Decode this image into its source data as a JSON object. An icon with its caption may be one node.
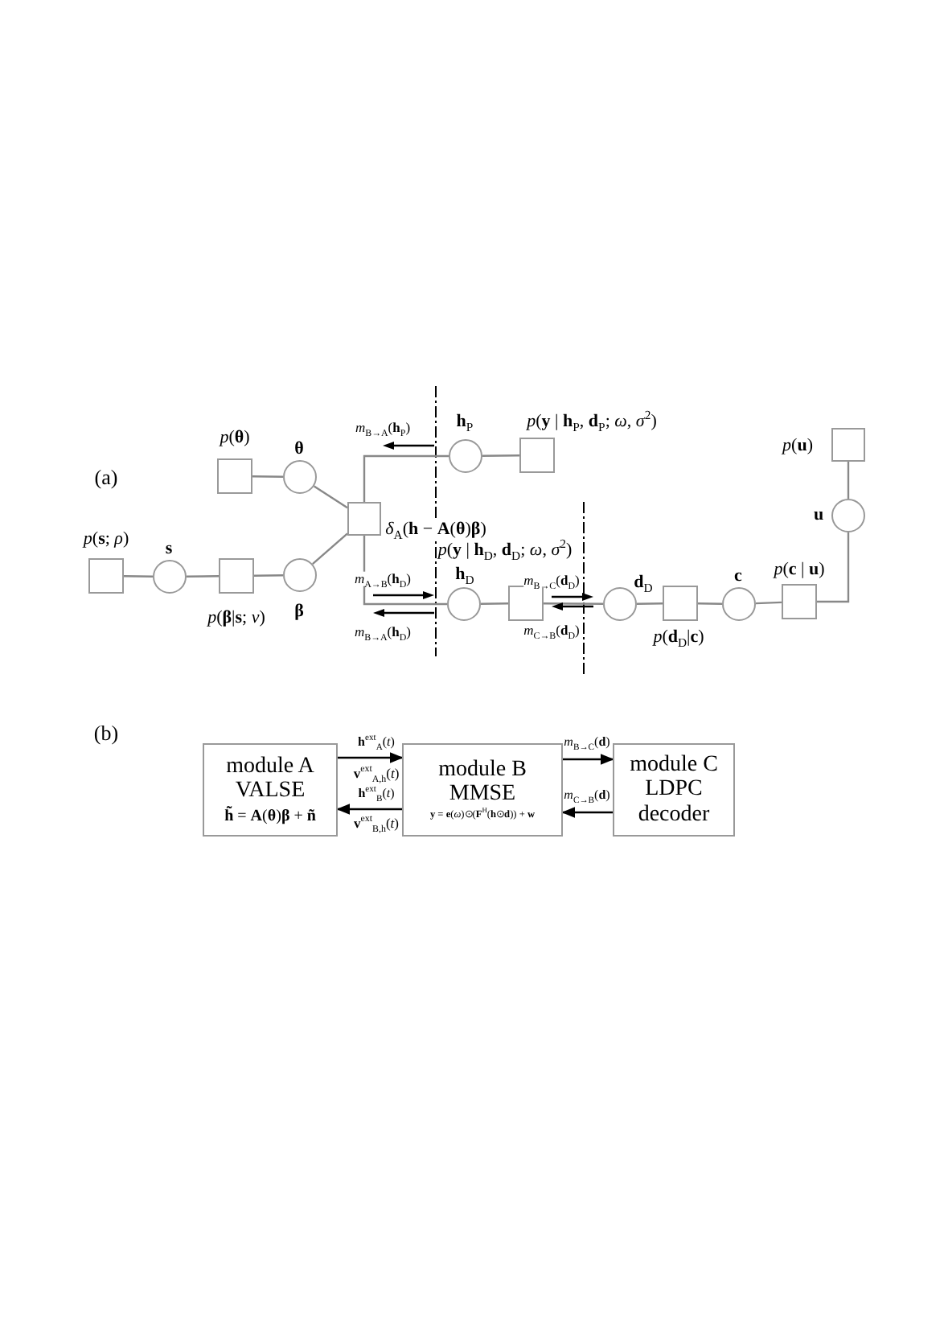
{
  "diagram": {
    "nodes": [
      {
        "text": [],
        "shape": "box",
        "beside": [
          "*p*(**θ**)"
        ]
      },
      {
        "text": [],
        "shape": "circle",
        "beside": [
          "**θ**"
        ]
      },
      {
        "text": [],
        "shape": "box",
        "beside": [
          "*p*(**s**; *ρ*)"
        ]
      },
      {
        "text": [],
        "shape": "circle",
        "beside": [
          "**s**"
        ]
      },
      {
        "text": [],
        "shape": "box",
        "beside": [
          "*p*(**β**|**s**; *ν*)"
        ]
      },
      {
        "text": [],
        "shape": "circle",
        "beside": [
          "**β**"
        ]
      },
      {
        "text": [],
        "shape": "box",
        "beside": [
          "*δ*$_{A}$(**h** − **A**(**θ**)**β**)"
        ]
      },
      {
        "text": [],
        "shape": "circle",
        "beside": [
          "**h**$_{P}$"
        ]
      },
      {
        "text": [],
        "shape": "box",
        "beside": [
          "*p*(**y** | **h**$_{P}$, **d**$_{P}$; *ω*, *σ*$^{2}$)"
        ]
      },
      {
        "text": [],
        "shape": "circle",
        "beside": [
          "**h**$_{D}$"
        ]
      },
      {
        "text": [],
        "shape": "box",
        "beside": [
          "*p*(**y** | **h**$_{D}$, **d**$_{D}$; *ω*, *σ*$^{2}$)"
        ]
      },
      {
        "text": [],
        "shape": "circle",
        "beside": [
          "**d**$_{D}$"
        ]
      },
      {
        "text": [],
        "shape": "box",
        "beside": [
          "*p*(**d**$_{D}$|**c**)"
        ]
      },
      {
        "text": [],
        "shape": "circle",
        "beside": [
          "**c**"
        ]
      },
      {
        "text": [],
        "shape": "box",
        "beside": [
          "*p*(**c** | **u**)"
        ]
      },
      {
        "text": [],
        "shape": "circle",
        "beside": [
          "**u**"
        ]
      },
      {
        "text": [],
        "shape": "box",
        "beside": [
          "*p*(**u**)"
        ]
      },
      {
        "text": [
          "module A",
          "VALSE",
          "**h̃** = **A**(**θ**)**β** + **ñ**"
        ]
      },
      {
        "text": [
          "module B",
          "MMSE",
          "**y** = **e**(*ω*)⊙(**F**$^{H}$(**h**⊙**d**)) + **w**"
        ]
      },
      {
        "text": [
          "module C",
          "LDPC decoder"
        ]
      }
    ],
    "edges": [
      {
        "from": 0,
        "to": 1,
        "arrow": "none"
      },
      {
        "from": 1,
        "to": 6,
        "arrow": "none"
      },
      {
        "from": 2,
        "to": 3,
        "arrow": "none"
      },
      {
        "from": 3,
        "to": 4,
        "arrow": "none"
      },
      {
        "from": 4,
        "to": 5,
        "arrow": "none"
      },
      {
        "from": 5,
        "to": 6,
        "arrow": "none"
      },
      {
        "from": 6,
        "to": 7,
        "arrow": "none"
      },
      {
        "from": 7,
        "to": 8,
        "arrow": "none"
      },
      {
        "from": 6,
        "to": 9,
        "arrow": "none"
      },
      {
        "from": 9,
        "to": 10,
        "arrow": "none"
      },
      {
        "from": 10,
        "to": 11,
        "arrow": "none"
      },
      {
        "from": 11,
        "to": 12,
        "arrow": "none"
      },
      {
        "from": 12,
        "to": 13,
        "arrow": "none"
      },
      {
        "from": 13,
        "to": 14,
        "arrow": "none"
      },
      {
        "from": 14,
        "to": 15,
        "arrow": "none"
      },
      {
        "from": 15,
        "to": 16,
        "arrow": "none"
      },
      {
        "from": 17,
        "to": 18,
        "arrow": "to",
        "color": "#000000",
        "label": "**h**$^{ext}$$_{A}$(*t*)"
      },
      {
        "from": 18,
        "to": 17,
        "arrow": "to",
        "color": "#000000",
        "label": "**h**$^{ext}$$_{B}$(*t*)"
      },
      {
        "from": 18,
        "to": 19,
        "arrow": "to",
        "color": "#000000",
        "label": "*m*$_{B→C}$(**d**)"
      },
      {
        "from": 19,
        "to": 18,
        "arrow": "to",
        "color": "#000000",
        "label": "*m*$_{C→B}$(**d**)"
      }
    ],
    "labels": [
      "(a)",
      "*m*$_{B→A}$(**h**$_{P}$)",
      "*m*$_{A→B}$(**h**$_{D}$)",
      "*m*$_{B→C}$(**d**$_{D}$)",
      "*m*$_{B→A}$(**h**$_{D}$)",
      "*m*$_{C→B}$(**d**$_{D}$)",
      "(b)",
      "**v**$^{ext}$$_{A,h}$(*t*)",
      "**v**$^{ext}$$_{B,h}$(*t*)"
    ]
  }
}
